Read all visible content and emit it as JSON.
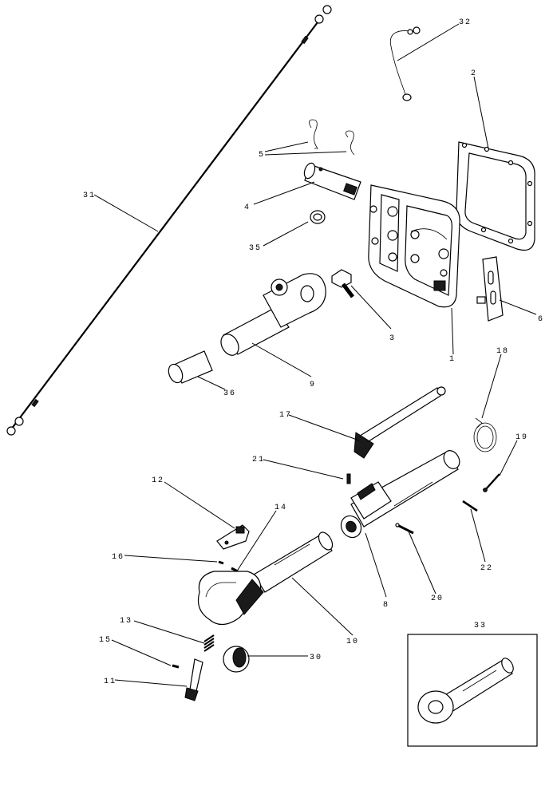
{
  "callouts": {
    "c1": "1",
    "c2": "2",
    "c3": "3",
    "c4": "4",
    "c5": "5",
    "c6": "6",
    "c8": "8",
    "c9": "9",
    "c10": "10",
    "c11": "11",
    "c12": "12",
    "c13": "13",
    "c14": "14",
    "c15": "15",
    "c16": "16",
    "c17": "17",
    "c18": "18",
    "c19": "19",
    "c20": "20",
    "c21": "21",
    "c22": "22",
    "c30": "30",
    "c31": "31",
    "c32": "32",
    "c33": "33",
    "c35": "35",
    "c36": "36"
  }
}
